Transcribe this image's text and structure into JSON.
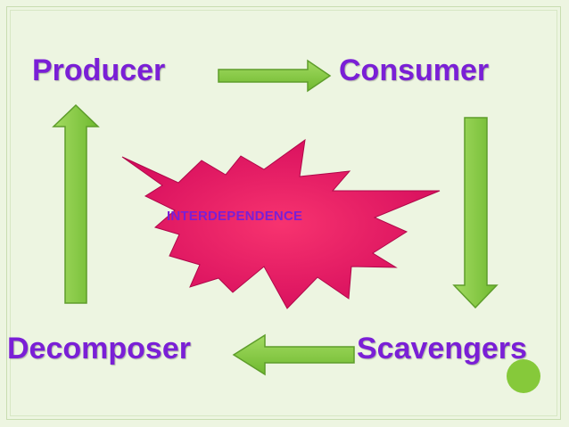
{
  "nodes": {
    "producer": "Producer",
    "consumer": "Consumer",
    "scavengers": "Scavengers",
    "decomposer": "Decomposer"
  },
  "center": {
    "label": "INTERDEPENDENCE"
  },
  "colors": {
    "text": "#7a1fd6",
    "arrow_fill": "#7fc93b",
    "arrow_stroke": "#5e9d2b",
    "starburst": "#e6116a",
    "background": "#edf5e1"
  }
}
